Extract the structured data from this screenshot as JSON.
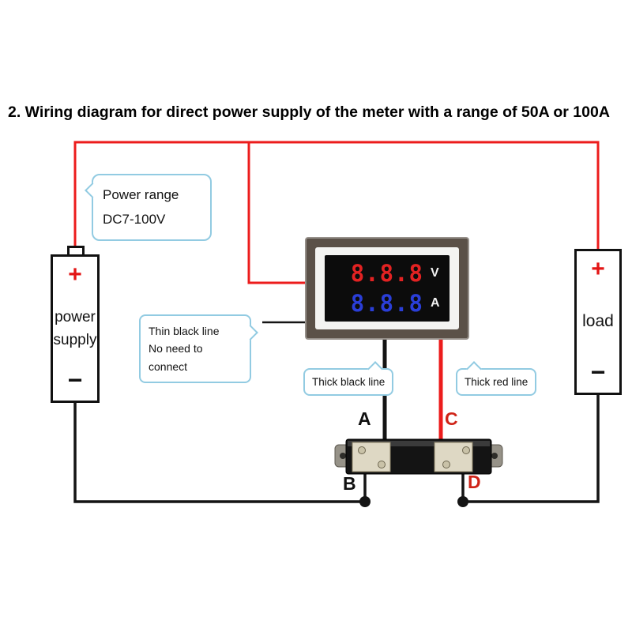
{
  "title": "2. Wiring diagram for direct power supply of the meter with a range of 50A or 100A",
  "callouts": {
    "power_range": {
      "line1": "Power range",
      "line2": "DC7-100V"
    },
    "thin_black": {
      "line1": "Thin black line",
      "line2": "No need to connect"
    },
    "thick_black": {
      "label": "Thick black line"
    },
    "thick_red": {
      "label": "Thick red line"
    }
  },
  "power_supply": {
    "plus": "+",
    "label_line1": "power",
    "label_line2": "supply",
    "minus": "−"
  },
  "load": {
    "plus": "+",
    "label": "load",
    "minus": "−"
  },
  "meter": {
    "volt_reading": "8.8.8",
    "volt_unit": "V",
    "amp_reading": "8.8.8",
    "amp_unit": "A"
  },
  "terminals": {
    "a": "A",
    "b": "B",
    "c": "C",
    "d": "D"
  },
  "colors": {
    "wire_red": "#ec1c1c",
    "wire_black": "#141414",
    "callout_border": "#92cbe2",
    "digit_red": "#e32222",
    "digit_blue": "#2a3ed8",
    "terminal_red": "#cf2418",
    "meter_frame": "#5b5148"
  }
}
